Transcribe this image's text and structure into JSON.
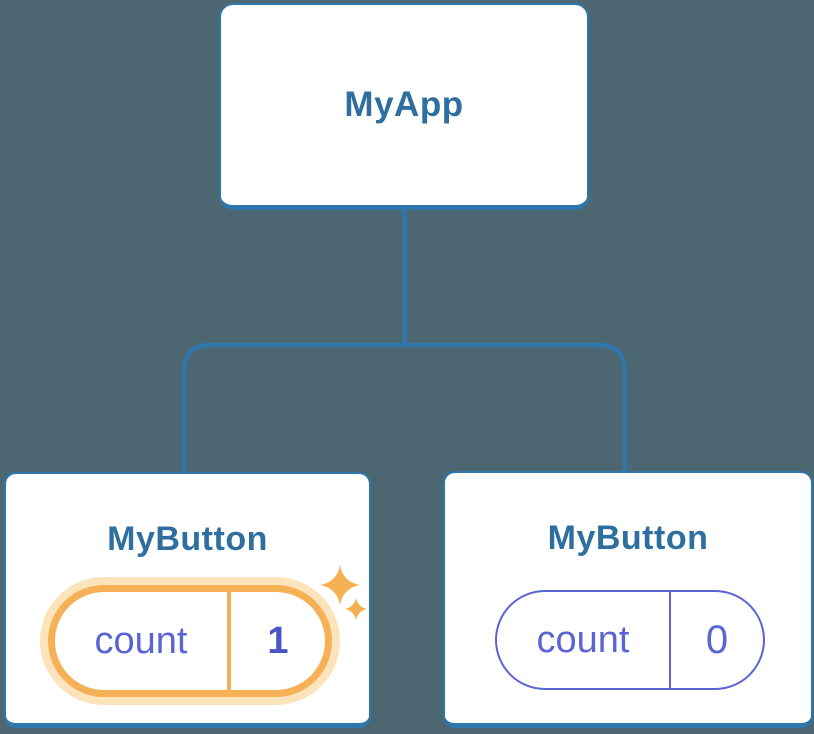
{
  "colors": {
    "background": "#4C6771",
    "card-bg": "#FFFFFF",
    "card-border": "#2E76AC",
    "connector": "#2E76AC",
    "title": "#2F6F9F",
    "pill-indigo": "#5A64D2",
    "value-bold": "#4A55C6",
    "highlight-orange": "#F6B157",
    "highlight-halo": "#FBE4BC",
    "sparkle": "#F5B053"
  },
  "diagram": {
    "root": {
      "label": "MyApp"
    },
    "children": [
      {
        "label": "MyButton",
        "pill": {
          "key": "count",
          "value": "1"
        },
        "highlighted": true,
        "icon": "sparkle-icon"
      },
      {
        "label": "MyButton",
        "pill": {
          "key": "count",
          "value": "0"
        },
        "highlighted": false
      }
    ]
  }
}
